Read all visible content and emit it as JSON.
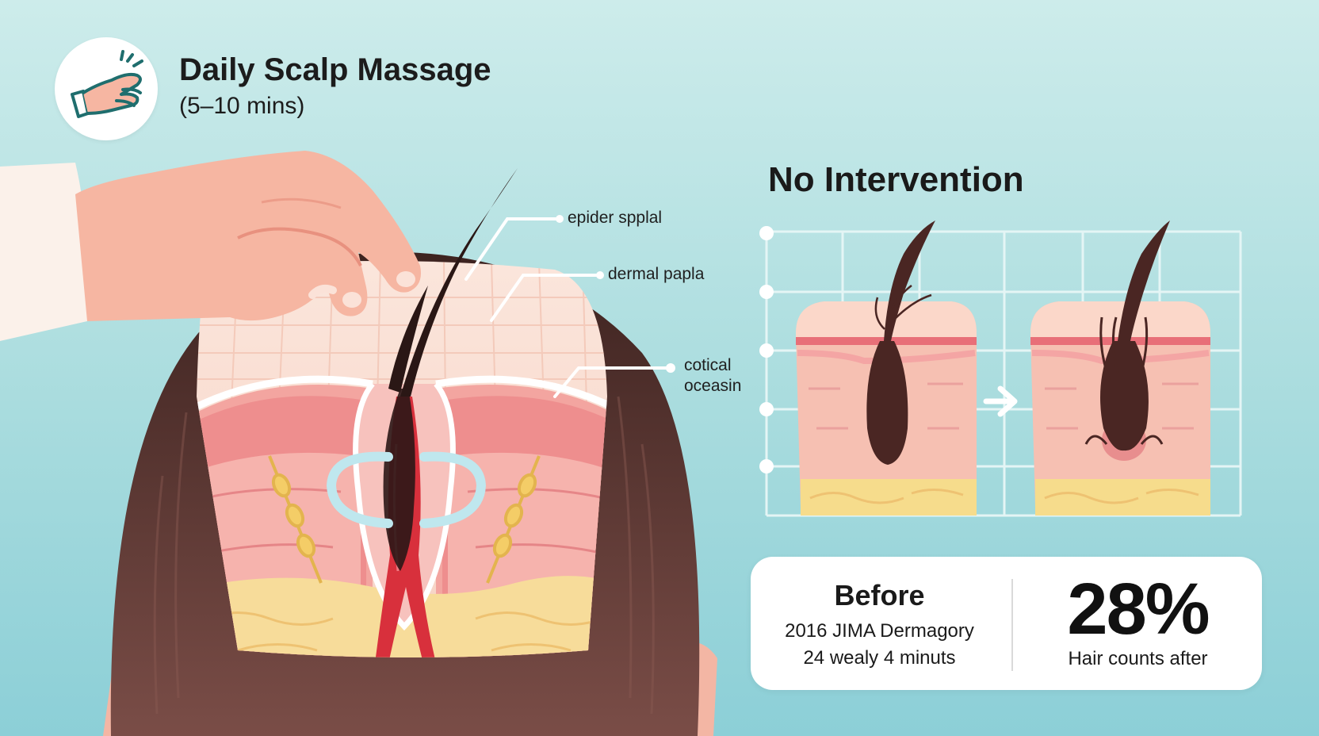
{
  "header": {
    "title": "Daily Scalp Massage",
    "subtitle": "(5–10 mins)",
    "icon": "massaging-hand-icon"
  },
  "diagram_labels": {
    "label_1": "epider spplal",
    "label_2": "dermal papla",
    "label_3_line1": "cotical",
    "label_3_line2": "oceasin"
  },
  "comparison": {
    "title": "No Intervention",
    "arrow_icon": "arrow-right-icon"
  },
  "stats": {
    "before_title": "Before",
    "before_line1": "2016 JIMA Dermagory",
    "before_line2": "24 wealy 4 minuts",
    "value": "28%",
    "caption": "Hair counts after"
  },
  "colors": {
    "background_top": "#cdeceb",
    "background_bottom": "#8ccfd7",
    "hair": "#5a3530",
    "skin": "#f6c2b0",
    "dermis": "#ee8e8e",
    "fat": "#f7dc9a",
    "blood": "#d8303c",
    "massage_ring": "#bfe7ee"
  }
}
